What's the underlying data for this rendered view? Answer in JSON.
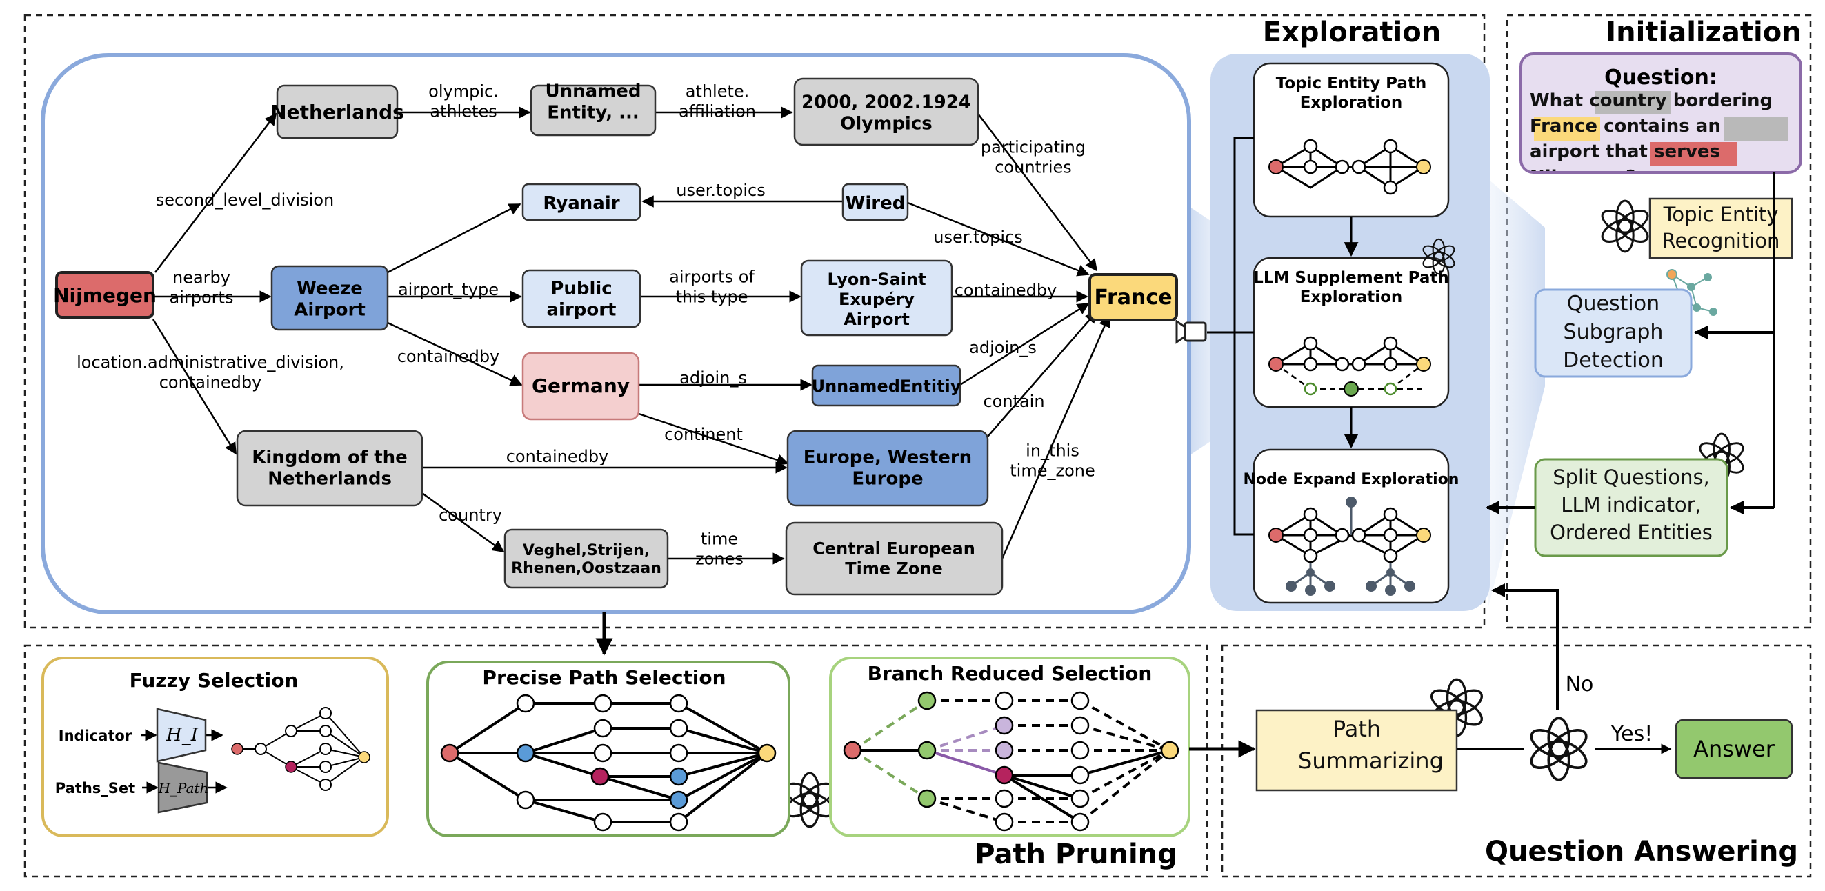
{
  "sections": {
    "exploration": "Exploration",
    "initialization": "Initialization",
    "path_pruning": "Path Pruning",
    "question_answering": "Question Answering"
  },
  "kg_nodes": {
    "nijmegen": "Nijmegen",
    "netherlands": "Netherlands",
    "unnamed_entity": "Unnamed Entity, ...",
    "olympics": "2000, 2002.1924 Olympics",
    "ryanair": "Ryanair",
    "wired": "Wired",
    "weeze": "Weeze Airport",
    "public_airport": "Public airport",
    "lyon": "Lyon-Saint Exupéry Airport",
    "france": "France",
    "germany": "Germany",
    "unnamed_entitiy": "UnnamedEntitiy",
    "kingdom": "Kingdom of the Netherlands",
    "europe": "Europe, Western Europe",
    "veghel": "Veghel,Strijen, Rhenen,Oostzaan",
    "cet": "Central European Time Zone"
  },
  "kg_edges": {
    "olympic_athletes": "olympic. athletes",
    "athlete_affiliation": "athlete. affiliation",
    "second_level_division": "second_level_division",
    "participating_countries": "participating countries",
    "user_topics_1": "user.topics",
    "user_topics_2": "user.topics",
    "nearby_airports": "nearby airports",
    "airport_type": "airport_type",
    "airports_of_this_type": "airports of this type",
    "containedby_1": "containedby",
    "containedby_2": "containedby",
    "containedby_3": "containedby",
    "location_admin": "location.administrative_division, containedby",
    "adjoin_s_1": "adjoin_s",
    "adjoin_s_2": "adjoin_s",
    "continent": "continent",
    "contain": "contain",
    "country": "country",
    "in_this_time_zone": "in_this time_zone",
    "time_zones": "time zones"
  },
  "exploration": {
    "topic_entity": "Topic Entity Path Exploration",
    "llm_supplement": "LLM Supplement Path Exploration",
    "node_expand": "Node Expand Exploration"
  },
  "initialization": {
    "question_title": "Question:",
    "question_text": "What country bordering France contains an airport that serves Nijmegen?",
    "topic_recognition": "Topic Entity Recognition",
    "subgraph_detection": "Question Subgraph Detection",
    "split_questions": "Split Questions, LLM indicator, Ordered Entities"
  },
  "pruning": {
    "fuzzy": "Fuzzy Selection",
    "indicator": "Indicator",
    "paths_set": "Paths_Set",
    "h_i": "H_I",
    "h_path": "H_Path",
    "precise": "Precise Path Selection",
    "branch": "Branch Reduced Selection"
  },
  "qa": {
    "path_summarizing": "Path Summarizing",
    "answer": "Answer",
    "yes": "Yes!",
    "no": "No"
  },
  "colors": {
    "red": "#dc6b6b",
    "blue": "#7fa3d9",
    "light_blue": "#dae6f7",
    "grey": "#d3d3d3",
    "yellow": "#fbd97b",
    "pink": "#f4cfcf",
    "green_box": "#e2efda",
    "answer_green": "#93c86e",
    "purple_box": "#e7def0",
    "cream": "#fdf2c6"
  }
}
